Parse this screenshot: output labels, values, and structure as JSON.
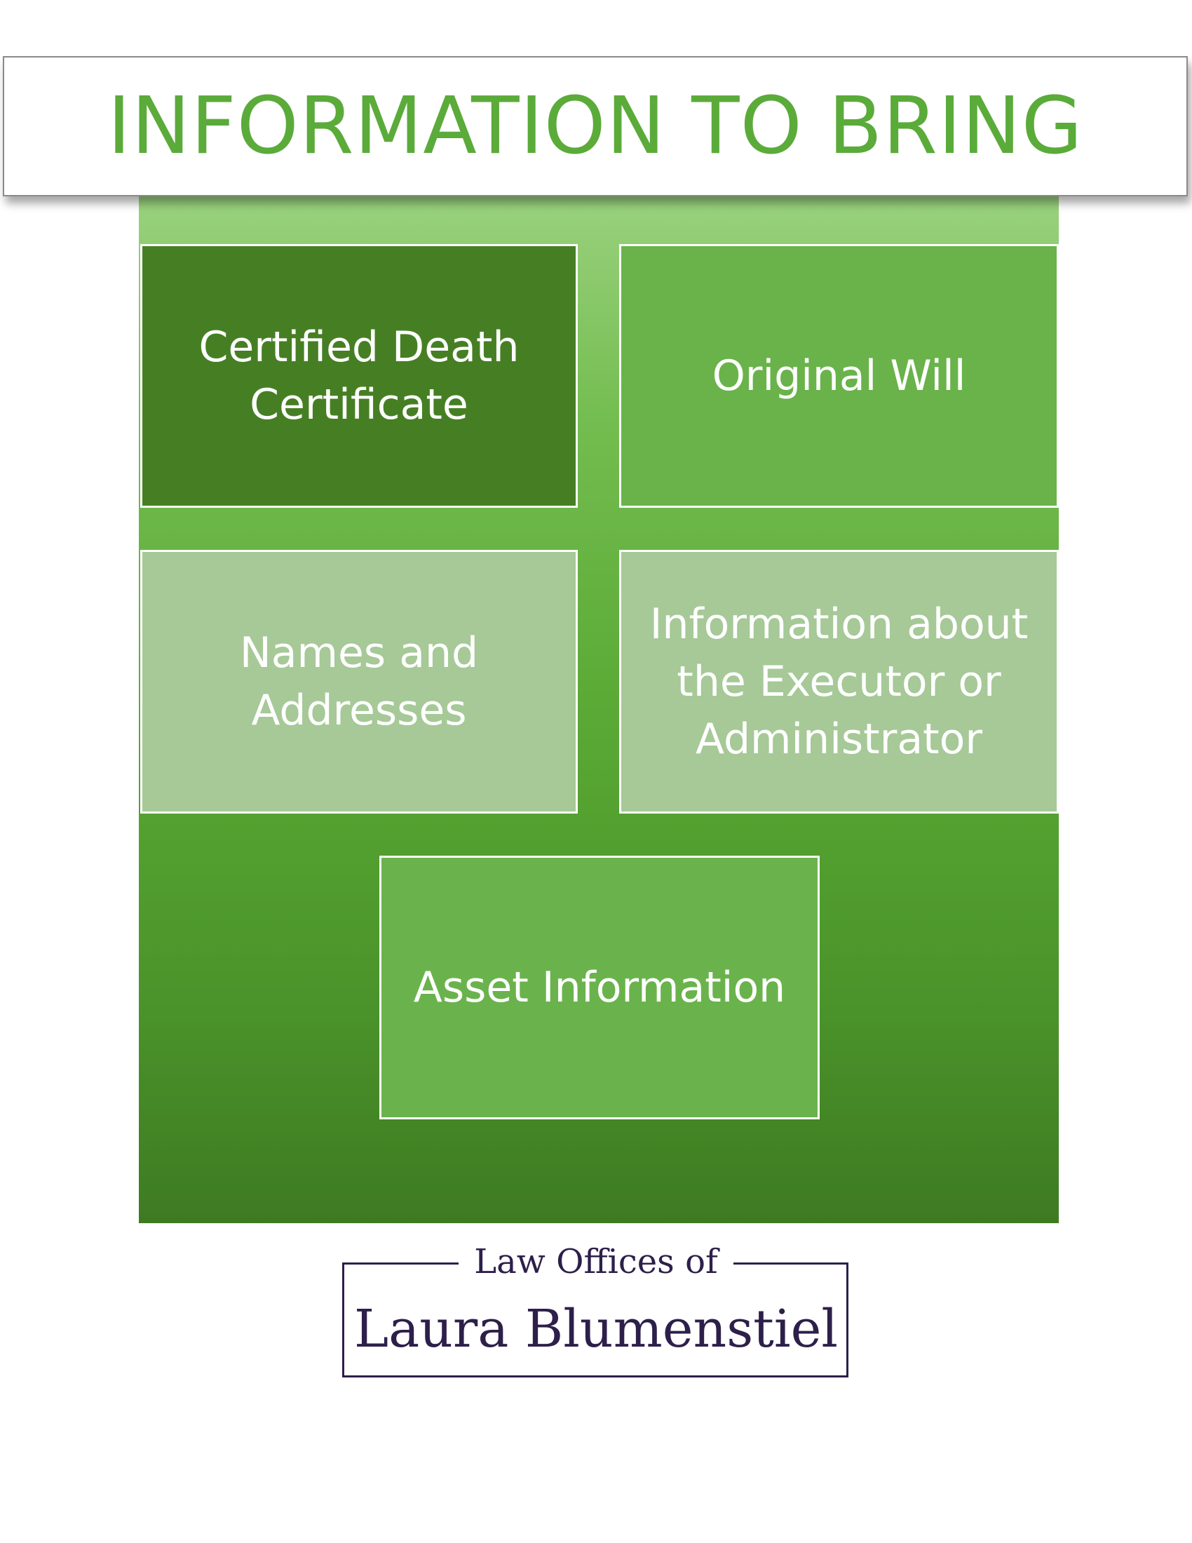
{
  "title": "INFORMATION TO BRING",
  "items": {
    "death_certificate": "Certified Death Certificate",
    "original_will": "Original Will",
    "names_addresses": "Names and Addresses",
    "executor_info": "Information about the Executor or Administrator",
    "asset_info": "Asset Information"
  },
  "logo": {
    "top_line": "Law Offices of",
    "name": "Laura Blumenstiel"
  },
  "colors": {
    "title_green": "#5bab3a",
    "dark_green_box": "#467f23",
    "mid_green_box": "#69b34a",
    "light_green_box": "#a6c997",
    "logo_navy": "#2d1f4a"
  }
}
